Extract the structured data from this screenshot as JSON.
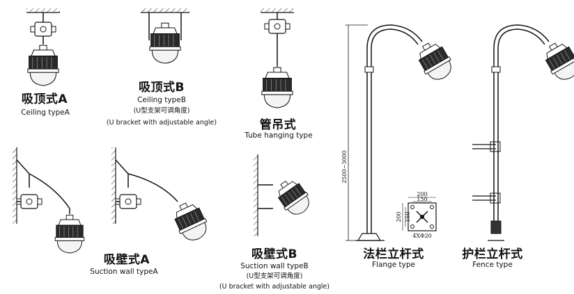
{
  "mounts": {
    "ceiling_a": {
      "zh": "吸顶式A",
      "en": "Ceiling typeA"
    },
    "ceiling_b": {
      "zh": "吸顶式B",
      "en": "Ceiling typeB",
      "note_zh": "(U型支架可调角度)",
      "note_en": "(U bracket with adjustable angle)"
    },
    "tube": {
      "zh": "管吊式",
      "en": "Tube hanging type"
    },
    "wall_a": {
      "zh": "吸壁式A",
      "en": "Suction wall typeA"
    },
    "wall_b": {
      "zh": "吸壁式B",
      "en": "Suction wall typeB",
      "note_zh": "(U型支架可调角度)",
      "note_en": "(U bracket with adjustable angle)"
    },
    "flange": {
      "zh": "法栏立杆式",
      "en": "Flange type"
    },
    "fence": {
      "zh": "护栏立杆式",
      "en": "Fence type"
    }
  },
  "dimensions": {
    "pole_height": "2500~3000",
    "flange_w1": "200",
    "flange_w2": "150",
    "flange_h1": "200",
    "flange_h2": "150",
    "holes": "4XΦ20"
  }
}
